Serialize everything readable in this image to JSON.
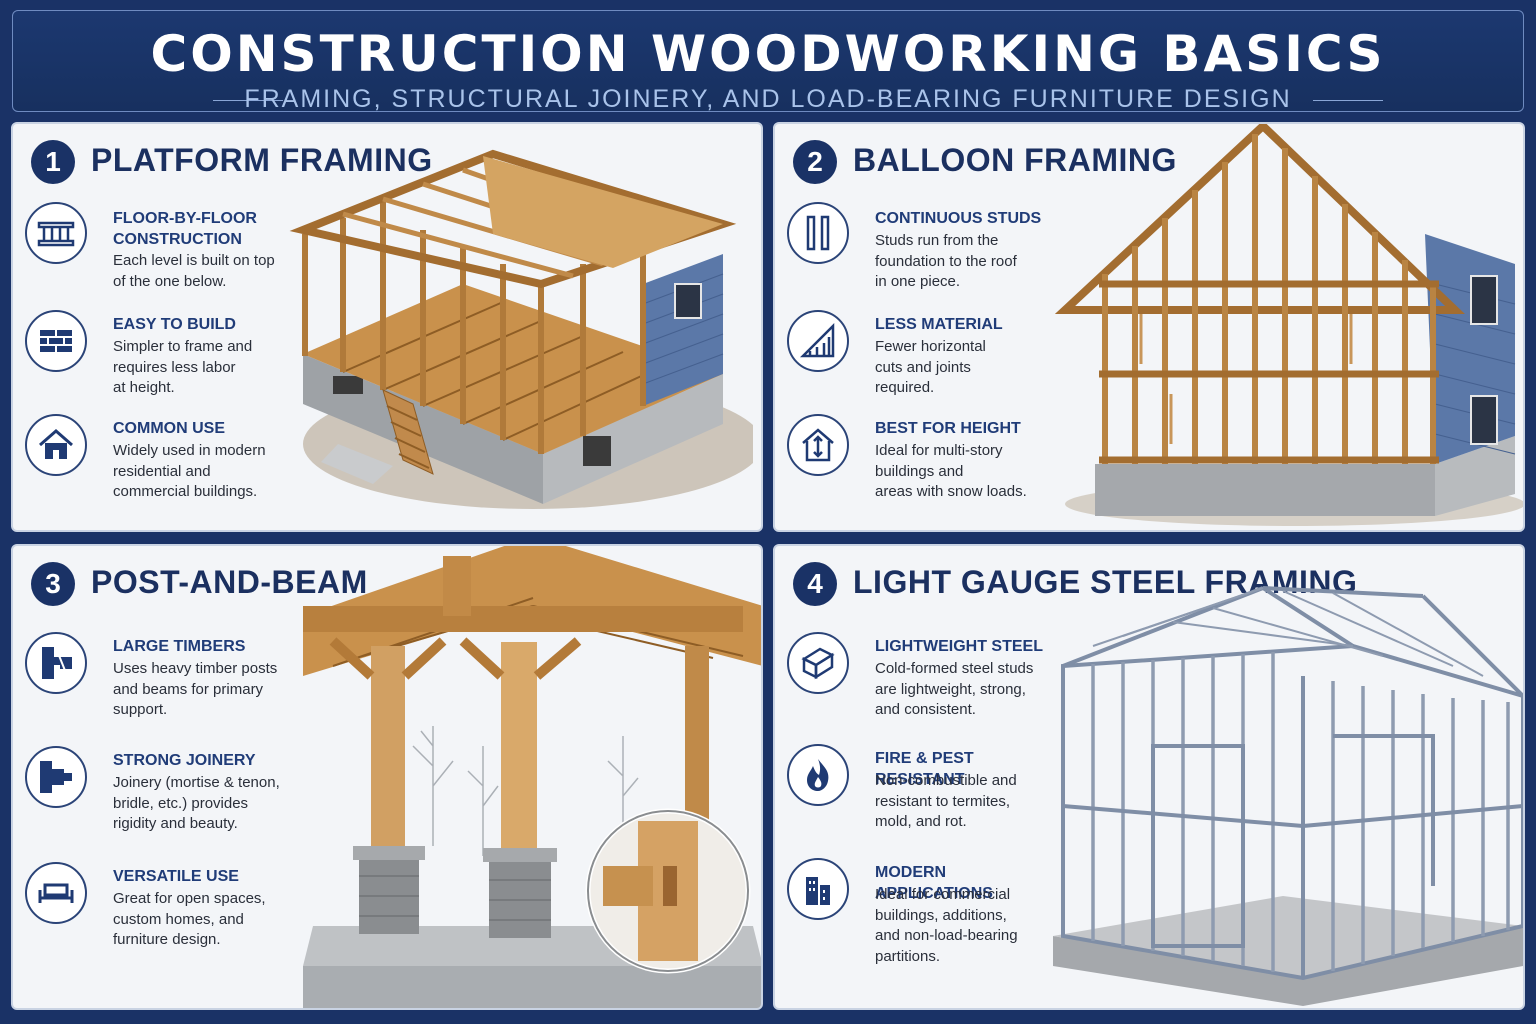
{
  "header": {
    "title": "CONSTRUCTION WOODWORKING BASICS",
    "subtitle": "FRAMING, STRUCTURAL JOINERY, AND LOAD-BEARING FURNITURE DESIGN"
  },
  "colors": {
    "navy": "#1a3266",
    "heading_blue": "#203c78",
    "panel_bg": "#f3f5f8",
    "wood": "#c9914c",
    "siding_blue": "#5b78a8",
    "steel": "#8e9bb0"
  },
  "panels": [
    {
      "number": "1",
      "title": "PLATFORM FRAMING",
      "features": [
        {
          "icon": "studs-icon",
          "title_lines": [
            "FLOOR-BY-FLOOR",
            "CONSTRUCTION"
          ],
          "desc_lines": [
            "Each level is built on top",
            "of the one below."
          ]
        },
        {
          "icon": "bricks-icon",
          "title_lines": [
            "EASY TO BUILD"
          ],
          "desc_lines": [
            "Simpler to frame and",
            "requires less labor",
            "at height."
          ]
        },
        {
          "icon": "house-icon",
          "title_lines": [
            "COMMON USE"
          ],
          "desc_lines": [
            "Widely used in modern",
            "residential and",
            "commercial buildings."
          ]
        }
      ]
    },
    {
      "number": "2",
      "title": "BALLOON FRAMING",
      "features": [
        {
          "icon": "continuous-studs-icon",
          "title_lines": [
            "CONTINUOUS STUDS"
          ],
          "desc_lines": [
            "Studs run from the",
            "foundation to the roof",
            "in one piece."
          ]
        },
        {
          "icon": "ruler-triangle-icon",
          "title_lines": [
            "LESS MATERIAL"
          ],
          "desc_lines": [
            "Fewer horizontal",
            "cuts and joints",
            "required."
          ]
        },
        {
          "icon": "house-height-icon",
          "title_lines": [
            "BEST FOR HEIGHT"
          ],
          "desc_lines": [
            "Ideal for multi-story",
            "buildings and",
            "areas with snow loads."
          ]
        }
      ]
    },
    {
      "number": "3",
      "title": "POST-AND-BEAM",
      "features": [
        {
          "icon": "timber-joint-icon",
          "title_lines": [
            "LARGE TIMBERS"
          ],
          "desc_lines": [
            "Uses heavy timber posts",
            "and beams for primary",
            "support."
          ]
        },
        {
          "icon": "mortise-tenon-icon",
          "title_lines": [
            "STRONG JOINERY"
          ],
          "desc_lines": [
            "Joinery (mortise & tenon,",
            "bridle, etc.) provides",
            "rigidity and beauty."
          ]
        },
        {
          "icon": "bench-icon",
          "title_lines": [
            "VERSATILE USE"
          ],
          "desc_lines": [
            "Great for open spaces,",
            "custom homes, and",
            "furniture design."
          ]
        }
      ]
    },
    {
      "number": "4",
      "title": "LIGHT GAUGE STEEL FRAMING",
      "features": [
        {
          "icon": "steel-channel-icon",
          "title_lines": [
            "LIGHTWEIGHT STEEL"
          ],
          "desc_lines": [
            "Cold-formed steel studs",
            "are lightweight, strong,",
            "and consistent."
          ]
        },
        {
          "icon": "flame-icon",
          "title_lines": [
            "FIRE & PEST RESISTANT"
          ],
          "desc_lines": [
            "Non-combustible and",
            "resistant to termites,",
            "mold, and rot."
          ]
        },
        {
          "icon": "buildings-icon",
          "title_lines": [
            "MODERN APPLICATIONS"
          ],
          "desc_lines": [
            "Ideal for commercial",
            "buildings, additions,",
            "and non-load-bearing",
            "partitions."
          ]
        }
      ]
    }
  ]
}
